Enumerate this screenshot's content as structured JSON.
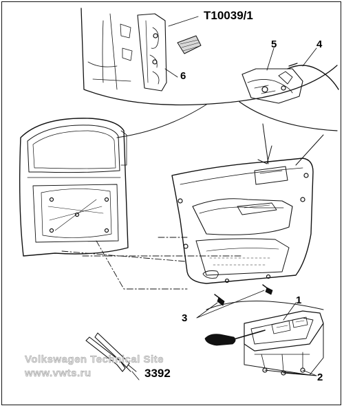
{
  "diagram": {
    "tools": {
      "special_tool": "T10039/1",
      "pliers": "3392"
    },
    "callouts": [
      "1",
      "2",
      "3",
      "4",
      "5",
      "6"
    ],
    "watermark": {
      "line1": "Volkswagen Technical Site",
      "line2": "www.vwts.ru"
    },
    "colors": {
      "line": "#111111",
      "background": "#ffffff",
      "watermark": "#dcdcdc"
    }
  }
}
